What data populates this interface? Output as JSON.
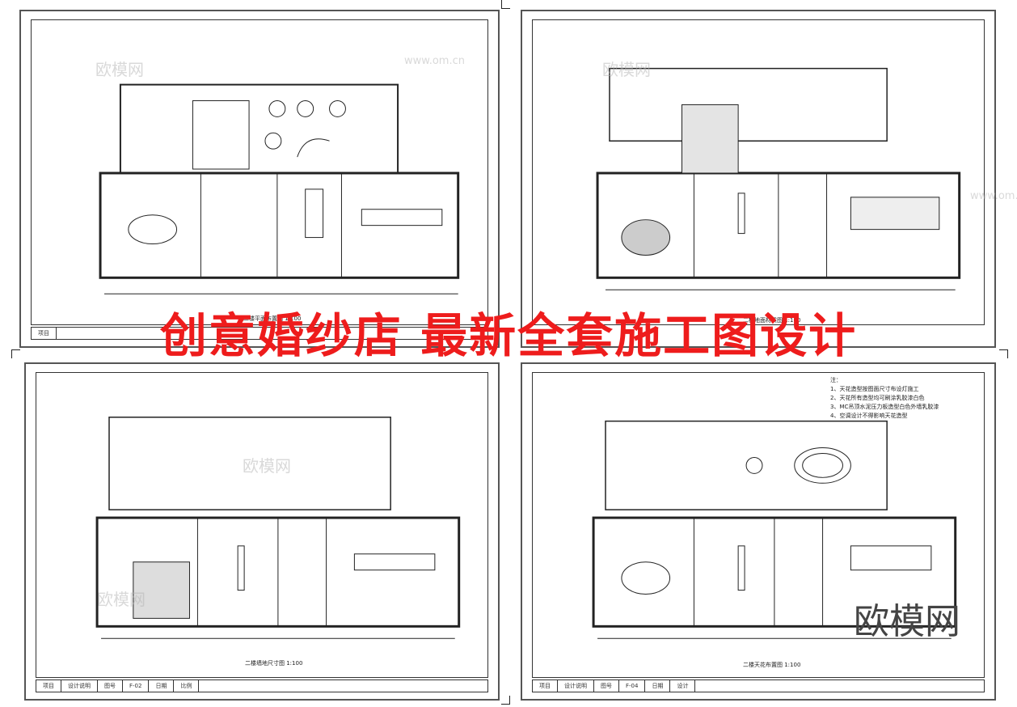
{
  "headline": "创意婚纱店 最新全套施工图设计",
  "logo": "欧模网",
  "watermark": "欧模网",
  "watermark_url": "www.om.cn",
  "sheets": [
    {
      "caption": "二楼平面布置图 1:100"
    },
    {
      "caption": "二楼地面材质图 1:100"
    },
    {
      "caption": "二楼墙地尺寸图 1:100"
    },
    {
      "caption": "二楼天花布置图 1:100"
    }
  ],
  "titleblock_bottom_left": {
    "project": "项目",
    "design": "设计说明",
    "drawing_no_label": "图号",
    "drawing_no": "F-02",
    "date": "日期",
    "scale": "比例"
  },
  "titleblock_bottom_right": {
    "project": "项目",
    "design": "设计说明",
    "drawing_no_label": "图号",
    "drawing_no": "F-04",
    "date": "日期",
    "scale": "设计"
  },
  "notes": {
    "label": "注：",
    "items": [
      "1、天花造型按图面尺寸布设灯施工",
      "2、天花所有造型均可刷涂乳胶漆白色",
      "3、MC吊顶水泥压力板造型白色外墙乳胶漆",
      "4、空调设计不得影响天花造型"
    ]
  }
}
